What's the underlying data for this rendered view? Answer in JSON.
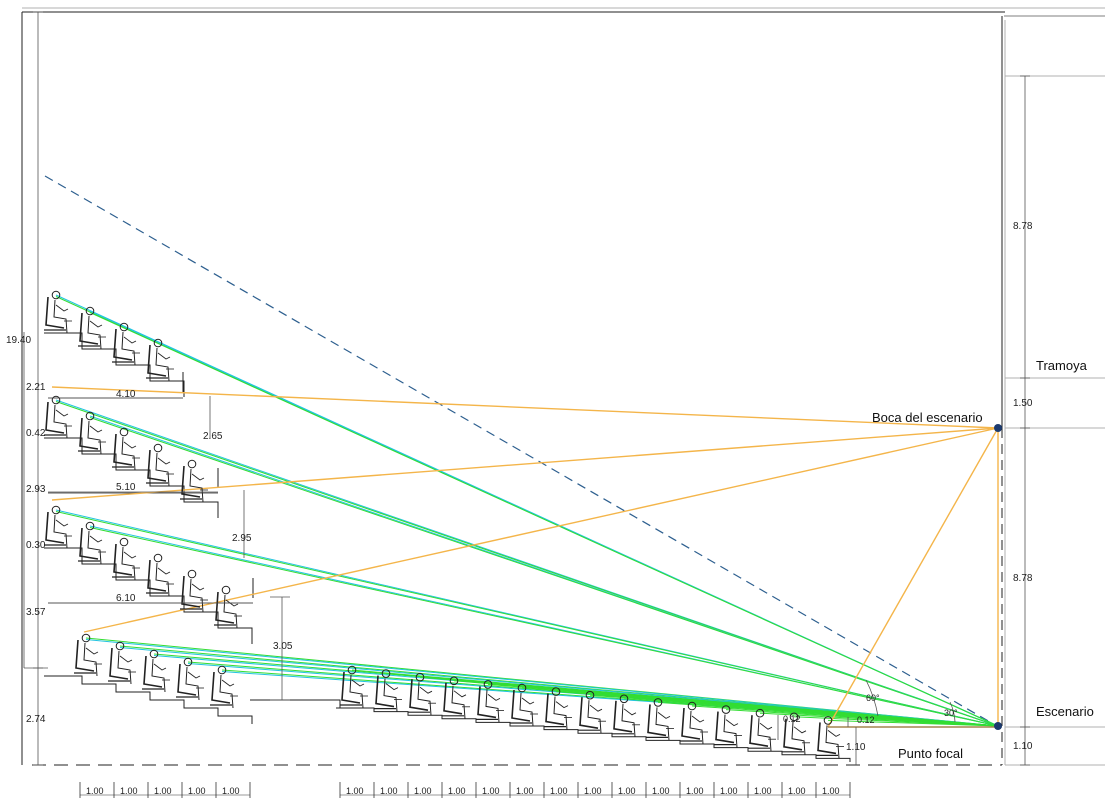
{
  "labels": {
    "tramoya": "Tramoya",
    "boca": "Boca del escenario",
    "escenario": "Escenario",
    "punto_focal": "Punto focal"
  },
  "dims": {
    "total_height": "19.40",
    "h_221": "2.21",
    "h_042": "0.42",
    "h_293": "2.93",
    "h_030": "0.30",
    "h_357": "3.57",
    "h_274": "2.74",
    "w_410": "4.10",
    "w_510": "5.10",
    "w_610": "6.10",
    "v_265": "2.65",
    "v_295": "2.95",
    "v_305": "3.05",
    "right_878_top": "8.78",
    "right_150": "1.50",
    "right_878_mid": "8.78",
    "right_110": "1.10",
    "stage_110": "1.10",
    "small_012a": "0.12",
    "small_012b": "0.12",
    "angle_60": "60°",
    "angle_30": "30°",
    "seat_width": "1.00"
  },
  "colors": {
    "sightline_cyan": "#22c4e0",
    "sightline_green": "#33dd33",
    "sightline_orange": "#f4b54a",
    "dashed_blue": "#2d5f8f",
    "node": "#1c3a6e"
  },
  "icons": {
    "spectator": "seated-person-icon",
    "node": "point-node-icon"
  }
}
